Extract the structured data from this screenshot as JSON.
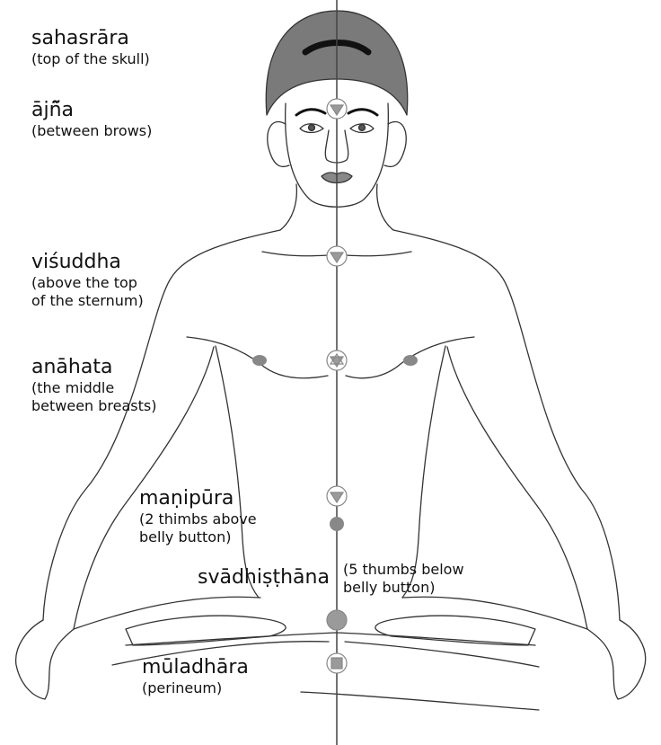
{
  "chakras": [
    {
      "name": "sahasrāra",
      "location": [
        "(top of the skull)"
      ]
    },
    {
      "name": "ājñ̃a",
      "location": [
        "(between brows)"
      ]
    },
    {
      "name": "viśuddha",
      "location": [
        "(above the top",
        "of the sternum)"
      ]
    },
    {
      "name": "anāhata",
      "location": [
        "(the middle",
        "between breasts)"
      ]
    },
    {
      "name": "maṇipūra",
      "location": [
        "(2 thimbs above",
        "belly button)"
      ]
    },
    {
      "name": "svādhiṣṭhāna",
      "location": [
        "(5 thumbs below",
        "belly button)"
      ]
    },
    {
      "name": "mūladhāra",
      "location": [
        "(perineum)"
      ]
    }
  ],
  "colors": {
    "hair": "#7a7a7a",
    "outline": "#333333",
    "marker_fill": "#9a9a9a",
    "marker_ring": "#888888"
  }
}
